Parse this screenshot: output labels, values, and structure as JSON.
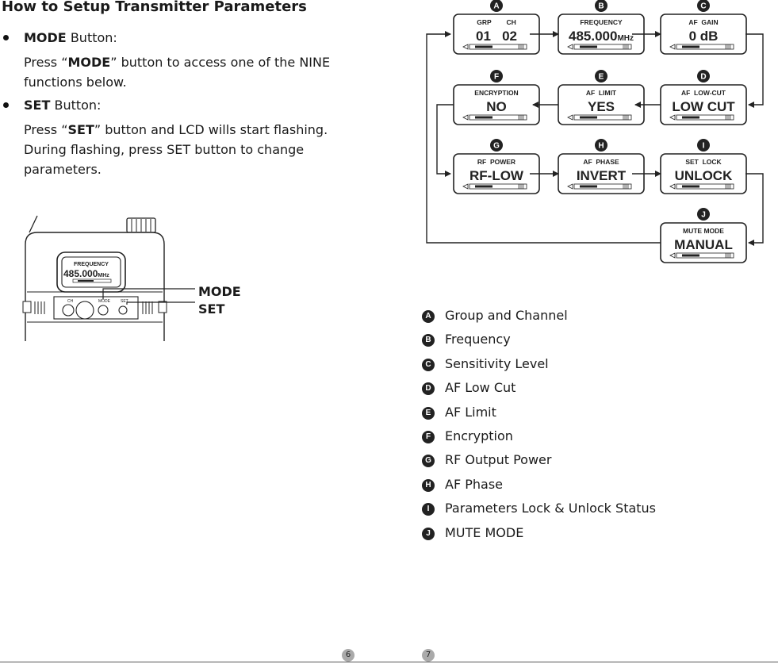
{
  "title": "How to Setup Transmitter Parameters",
  "buttons": [
    {
      "name": "MODE",
      "suffix": " Button:",
      "desc_pre": "Press “",
      "desc_bold": "MODE",
      "desc_post": "” button to access one of the NINE functions below."
    },
    {
      "name": "SET",
      "suffix": " Button:",
      "desc_pre": "Press “",
      "desc_bold": "SET",
      "desc_post": "” button and LCD wills start flashing. During flashing, press SET button to change parameters."
    }
  ],
  "device": {
    "lcd_title": "FREQUENCY",
    "lcd_value": "485.000",
    "lcd_unit": "MHz",
    "key_labels": [
      "CH",
      "MODE",
      "SET"
    ],
    "callouts": [
      "MODE",
      "SET"
    ]
  },
  "screens": [
    {
      "badge": "A",
      "title": "GRP        CH",
      "value": "01   02",
      "unit": ""
    },
    {
      "badge": "B",
      "title": "FREQUENCY",
      "value": "485.000",
      "unit": "MHz"
    },
    {
      "badge": "C",
      "title": "AF  GAIN",
      "value": "0 dB",
      "unit": ""
    },
    {
      "badge": "F",
      "title": "ENCRYPTION",
      "value": "NO",
      "unit": ""
    },
    {
      "badge": "E",
      "title": "AF  LIMIT",
      "value": "YES",
      "unit": ""
    },
    {
      "badge": "D",
      "title": "AF  LOW-CUT",
      "value": "LOW CUT",
      "unit": ""
    },
    {
      "badge": "G",
      "title": "RF  POWER",
      "value": "RF-LOW",
      "unit": ""
    },
    {
      "badge": "H",
      "title": "AF  PHASE",
      "value": "INVERT",
      "unit": ""
    },
    {
      "badge": "I",
      "title": "SET  LOCK",
      "value": "UNLOCK",
      "unit": ""
    },
    {
      "badge": "J",
      "title": "MUTE MODE",
      "value": "MANUAL",
      "unit": ""
    }
  ],
  "legend": [
    {
      "badge": "A",
      "text": "Group and Channel"
    },
    {
      "badge": "B",
      "text": "Frequency"
    },
    {
      "badge": "C",
      "text": "Sensitivity Level"
    },
    {
      "badge": "D",
      "text": "AF Low Cut"
    },
    {
      "badge": "E",
      "text": "AF Limit"
    },
    {
      "badge": "F",
      "text": "Encryption"
    },
    {
      "badge": "G",
      "text": "RF Output Power"
    },
    {
      "badge": "H",
      "text": "AF Phase"
    },
    {
      "badge": "I",
      "text": "Parameters Lock & Unlock Status"
    },
    {
      "badge": "J",
      "text": "MUTE MODE"
    }
  ],
  "pages": {
    "left": "6",
    "right": "7"
  }
}
